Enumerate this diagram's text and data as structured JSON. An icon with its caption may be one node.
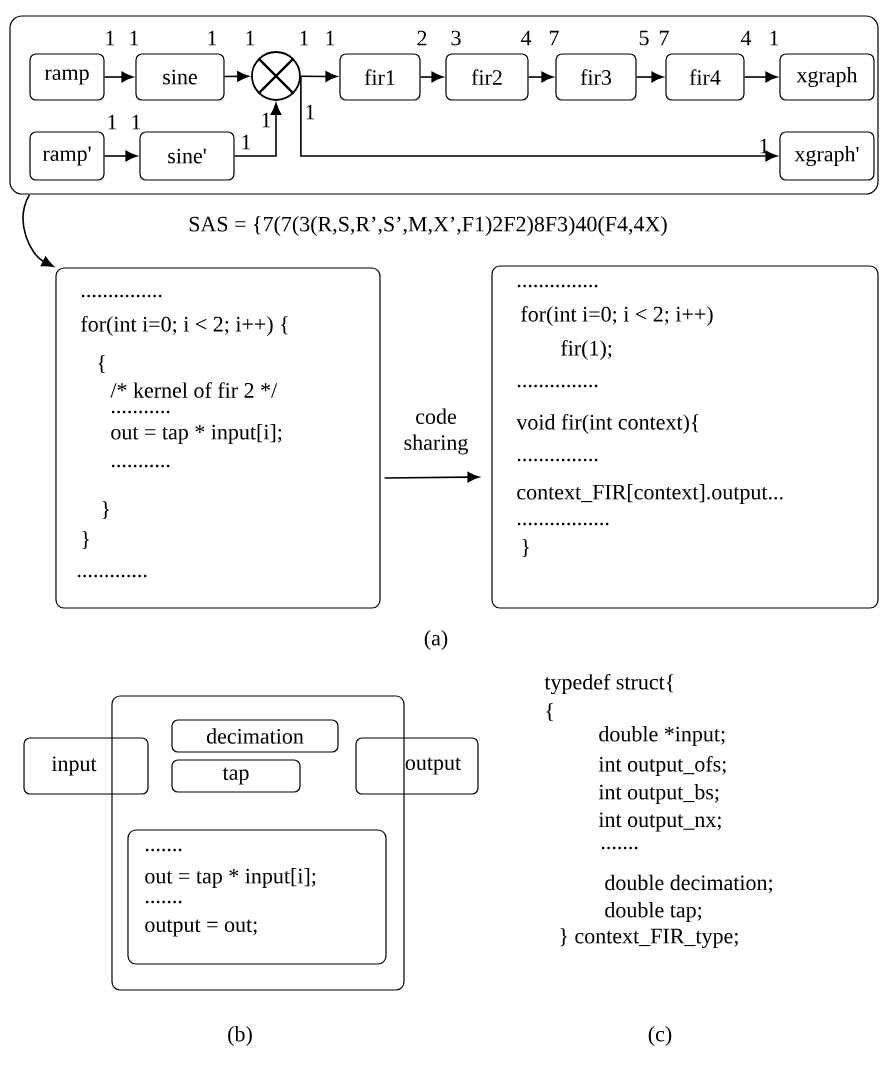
{
  "diagram": {
    "nodes": [
      {
        "text": [],
        "shape": "box"
      },
      {
        "text": [
          "ramp"
        ],
        "in": 0
      },
      {
        "text": [
          "sine"
        ],
        "in": 0
      },
      {
        "text": [],
        "shape": "circle",
        "in": 0
      },
      {
        "text": [
          "fir1"
        ],
        "in": 0
      },
      {
        "text": [
          "fir2"
        ],
        "in": 0
      },
      {
        "text": [
          "fir3"
        ],
        "in": 0
      },
      {
        "text": [
          "fir4"
        ],
        "in": 0
      },
      {
        "text": [
          "xgraph"
        ],
        "in": 0
      },
      {
        "text": [
          "ramp'"
        ],
        "in": 0
      },
      {
        "text": [
          "sine'"
        ],
        "in": 0
      },
      {
        "text": [
          "xgraph'"
        ],
        "in": 0
      },
      {
        "text": [
          "...............",
          "for(int i=0; i < 2; i++) {",
          "{",
          "/* kernel of fir 2 */",
          "...........",
          "out = tap * input[i];",
          "...........",
          "}",
          "}",
          "............."
        ]
      },
      {
        "text": [
          "...............",
          "for(int i=0; i < 2; i++)",
          "fir(1);",
          "...............",
          "void fir(int context){",
          "...............",
          "context_FIR[context].output...",
          ".................",
          "}"
        ]
      },
      {
        "text": [],
        "shape": "box"
      },
      {
        "text": [
          "input"
        ]
      },
      {
        "text": [
          "output"
        ]
      },
      {
        "text": [
          "decimation"
        ],
        "in": 14
      },
      {
        "text": [
          "tap"
        ],
        "in": 14
      },
      {
        "text": [
          ".......",
          "out = tap * input[i];",
          ".......",
          "output = out;"
        ],
        "in": 14
      }
    ],
    "edges": [
      {
        "from": 1,
        "to": 2,
        "arrow": "to"
      },
      {
        "from": 2,
        "to": 3,
        "arrow": "to"
      },
      {
        "from": 3,
        "to": 4,
        "arrow": "to"
      },
      {
        "from": 4,
        "to": 5,
        "arrow": "to"
      },
      {
        "from": 5,
        "to": 6,
        "arrow": "to"
      },
      {
        "from": 6,
        "to": 7,
        "arrow": "to"
      },
      {
        "from": 7,
        "to": 8,
        "arrow": "to"
      },
      {
        "from": 9,
        "to": 10,
        "arrow": "to"
      },
      {
        "from": 10,
        "to": 3,
        "arrow": "to"
      },
      {
        "from": 3,
        "to": 11,
        "arrow": "to"
      },
      {
        "from": 0,
        "to": 12,
        "arrow": "to"
      },
      {
        "from": 12,
        "to": 13,
        "arrow": "to",
        "label": "code sharing"
      }
    ],
    "labels": [
      "1",
      "1",
      "1",
      "1",
      "1",
      "1",
      "2",
      "3",
      "4",
      "7",
      "5",
      "7",
      "4",
      "1",
      "1",
      "1",
      "1",
      "1",
      "1",
      "1",
      "SAS = {7(7(3(R,S,R’,S’,M,X’,F1)2F2)8F3)40(F4,4X)",
      "(a)",
      "typedef struct{",
      "{",
      "double *input;",
      "int output_ofs;",
      "int output_bs;",
      "int output_nx;",
      ".......",
      "double decimation;",
      "double tap;",
      "} context_FIR_type;",
      "(b)",
      "(c)"
    ]
  }
}
